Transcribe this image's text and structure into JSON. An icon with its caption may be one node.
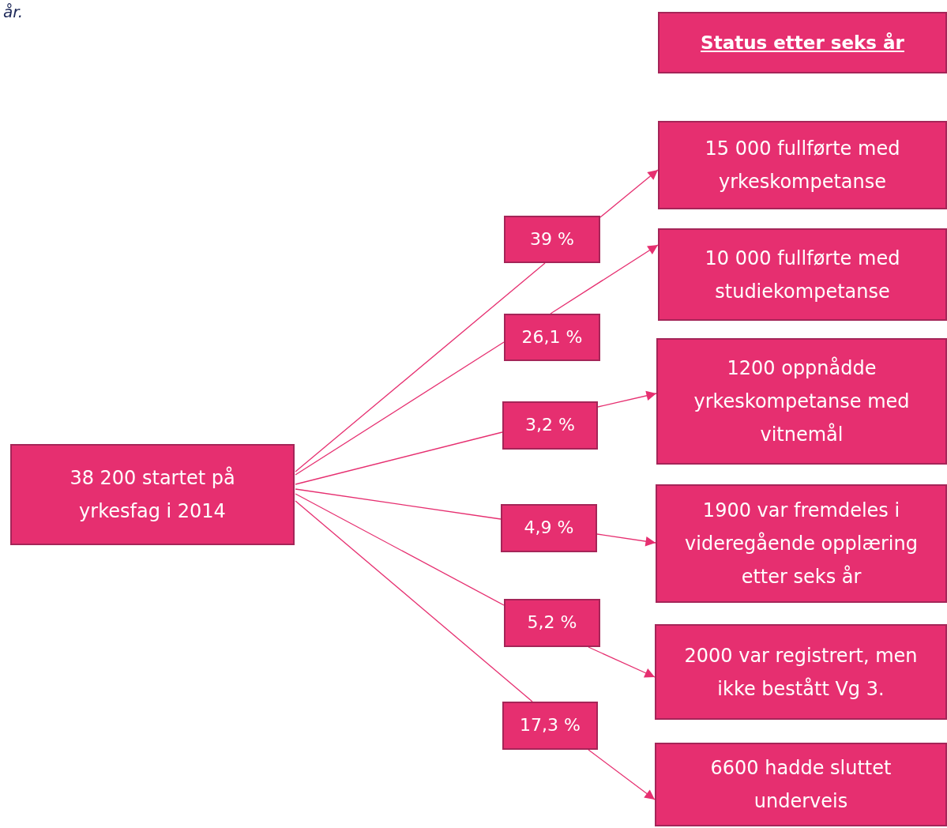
{
  "diagram": {
    "nodes": [
      {
        "text": [
          "Status etter seks år"
        ]
      },
      {
        "text": [
          "38 200 startet på yrkesfag i 2014"
        ]
      },
      {
        "text": [
          "39 %"
        ]
      },
      {
        "text": [
          "26,1 %"
        ]
      },
      {
        "text": [
          "3,2 %"
        ]
      },
      {
        "text": [
          "4,9 %"
        ]
      },
      {
        "text": [
          "5,2 %"
        ]
      },
      {
        "text": [
          "17,3 %"
        ]
      },
      {
        "text": [
          "15 000 fullførte med yrkeskompetanse"
        ]
      },
      {
        "text": [
          "10 000 fullførte med studiekompetanse"
        ]
      },
      {
        "text": [
          "1200 oppnådde yrkeskompetanse med vitnemål"
        ]
      },
      {
        "text": [
          "1900 var fremdeles i videregående opplæring etter seks år"
        ]
      },
      {
        "text": [
          "2000 var registrert, men ikke bestått Vg 3."
        ]
      },
      {
        "text": [
          "6600 hadde sluttet underveis"
        ]
      }
    ],
    "edges": [
      {
        "from": 1,
        "to": 2,
        "arrow": "none"
      },
      {
        "from": 1,
        "to": 3,
        "arrow": "none"
      },
      {
        "from": 1,
        "to": 4,
        "arrow": "none"
      },
      {
        "from": 1,
        "to": 5,
        "arrow": "none"
      },
      {
        "from": 1,
        "to": 6,
        "arrow": "none"
      },
      {
        "from": 1,
        "to": 7,
        "arrow": "none"
      },
      {
        "from": 2,
        "to": 8,
        "arrow": "to"
      },
      {
        "from": 3,
        "to": 9,
        "arrow": "to"
      },
      {
        "from": 4,
        "to": 10,
        "arrow": "to"
      },
      {
        "from": 5,
        "to": 11,
        "arrow": "to"
      },
      {
        "from": 6,
        "to": 12,
        "arrow": "to"
      },
      {
        "from": 7,
        "to": 13,
        "arrow": "to"
      }
    ],
    "labels": [
      "år."
    ]
  }
}
